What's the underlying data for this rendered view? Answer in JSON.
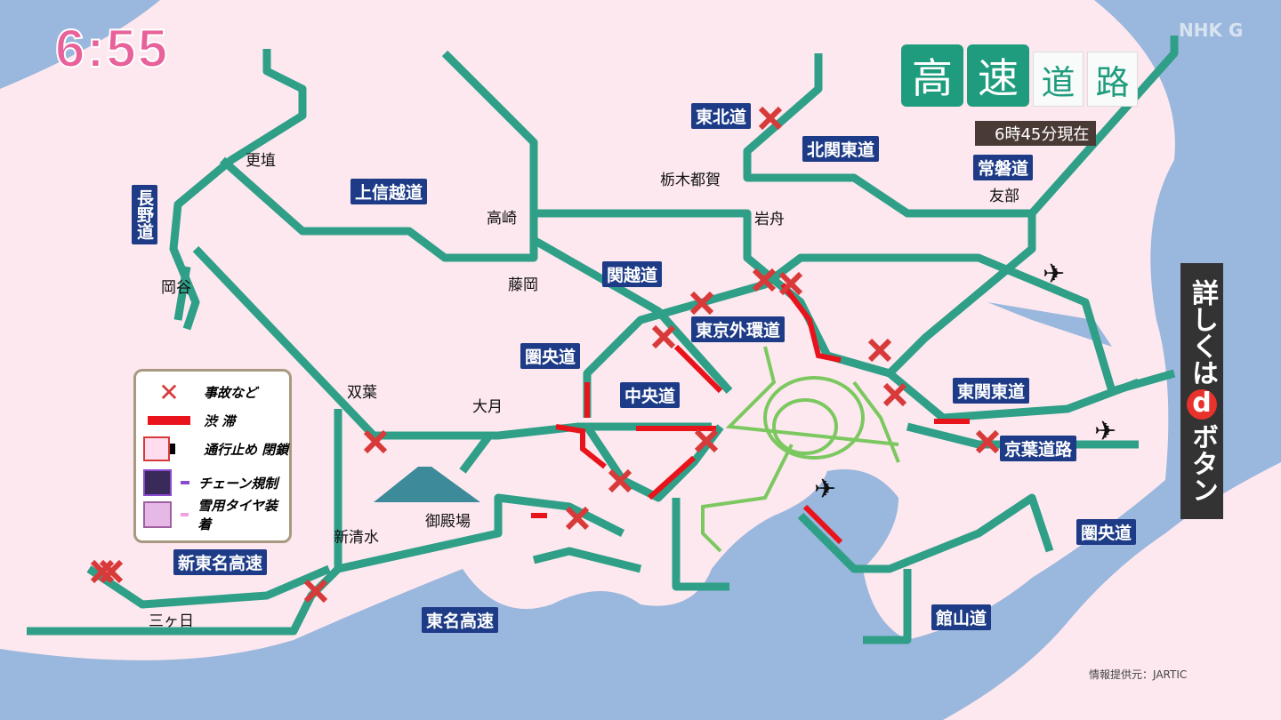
{
  "clock": "6:55",
  "broadcaster_logo": "NHK G",
  "title": {
    "chars": [
      "高",
      "速",
      "道",
      "路"
    ]
  },
  "as_of": "6時45分現在",
  "side_panel": {
    "pre": "詳しくは",
    "button": "d",
    "post": "ボタン"
  },
  "expressway_labels": [
    "東北道",
    "北関東道",
    "常磐道",
    "上信越道",
    "関越道",
    "東京外環道",
    "圏央道",
    "中央道",
    "東関東道",
    "京葉道路",
    "圏央道",
    "館山道",
    "新東名高速",
    "東名高速",
    "長野道"
  ],
  "places": [
    "更埴",
    "栃木都賀",
    "岩舟",
    "友部",
    "高崎",
    "藤岡",
    "岡谷",
    "双葉",
    "大月",
    "御殿場",
    "新清水",
    "三ヶ日"
  ],
  "legend": [
    {
      "icon": "accident-x-icon",
      "label": "事故など"
    },
    {
      "icon": "congestion-bar-icon",
      "label": "渋 滞"
    },
    {
      "icon": "closure-icon",
      "label": "通行止め 閉鎖"
    },
    {
      "icon": "chain-regulation-icon",
      "label": "チェーン規制"
    },
    {
      "icon": "snow-tire-icon",
      "label": "雪用タイヤ装着"
    }
  ],
  "credit": "情報提供元：JARTIC",
  "colors": {
    "road": "#2f9f88",
    "congestion": "#e8131b",
    "accident": "#d83a3a",
    "metro": "#7cc860",
    "sea": "#9ab7dd",
    "land": "#fce8ee"
  }
}
